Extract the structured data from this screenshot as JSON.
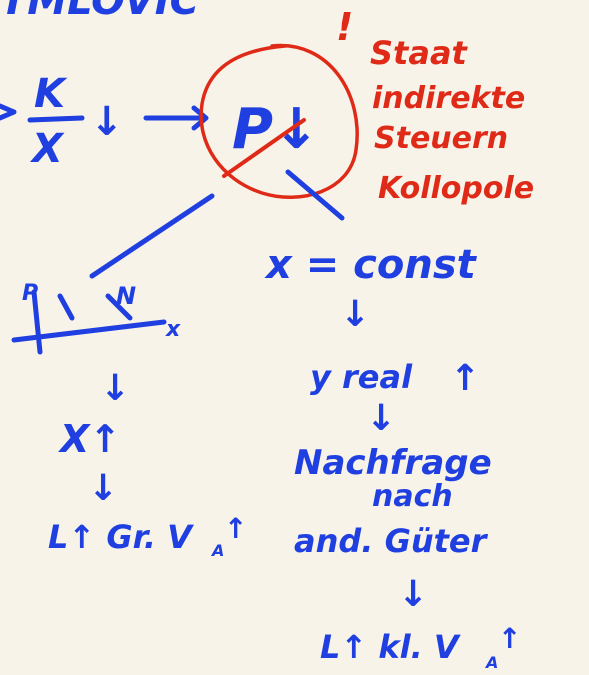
{
  "colors": {
    "paper": "#f7f3e8",
    "blue_ink": "#1f3fe0",
    "red_ink": "#e02a18"
  },
  "notes": {
    "heading": "TMLOVIC",
    "fraction": {
      "numerator": "K",
      "denominator": "X"
    },
    "down_arrow": "↓",
    "up_arrow": "↑",
    "center_symbol": "P↓",
    "exclamation": "!",
    "red_note_lines": [
      "Staat",
      "indirekte",
      "Steuern",
      "Kollopole"
    ],
    "x_const": "x = const",
    "y_real": "y real",
    "left_graph": {
      "y_axis": "P",
      "curve_label": "N",
      "x_axis": "x"
    },
    "x_up": "X↑",
    "l_left": "L↑ Gr. V",
    "v_sub_left": "A",
    "nachfrage_lines": [
      "Nachfrage",
      "nach",
      "and. Güter"
    ],
    "l_right": "L↑ kl. V",
    "v_sub_right": "A"
  }
}
